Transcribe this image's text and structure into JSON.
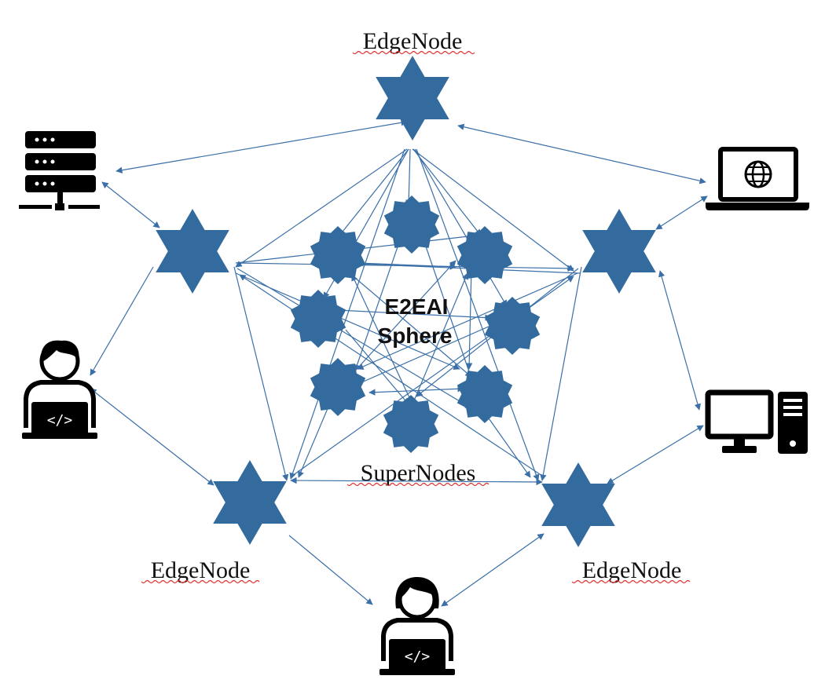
{
  "labels": {
    "edge_top": "EdgeNode",
    "edge_bottom_left": "EdgeNode",
    "edge_bottom_right": "EdgeNode",
    "supernodes": "SuperNodes",
    "sphere_line1": "E2EAI",
    "sphere_line2": "Sphere"
  },
  "colors": {
    "node_fill": "#336b9e",
    "edge_stroke": "#3a6fa8",
    "icon_fill": "#000000",
    "spellcheck_underline": "#e03030"
  },
  "icons": {
    "server": "server-rack-icon",
    "laptop": "laptop-globe-icon",
    "desktop": "desktop-computer-icon",
    "developer_male": "developer-male-icon",
    "developer_female": "developer-female-icon"
  }
}
